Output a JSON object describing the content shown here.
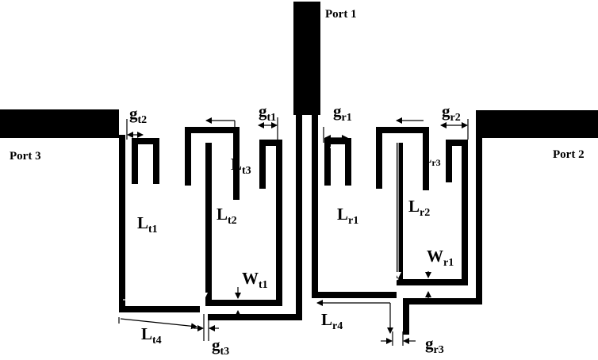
{
  "ports": {
    "port1": "Port 1",
    "port2": "Port 2",
    "port3": "Port 3"
  },
  "labels": {
    "gt2": {
      "main": "g",
      "sub": "t2"
    },
    "gt1": {
      "main": "g",
      "sub": "t1"
    },
    "gr1": {
      "main": "g",
      "sub": "r1"
    },
    "gr2": {
      "main": "g",
      "sub": "r2"
    },
    "Lt3": {
      "main": "L",
      "sub": "t3"
    },
    "Lr3": {
      "main": "L",
      "sub": "r3"
    },
    "Lt1": {
      "main": "L",
      "sub": "t1"
    },
    "Lt2": {
      "main": "L",
      "sub": "t2"
    },
    "Lr1": {
      "main": "L",
      "sub": "r1"
    },
    "Lr2": {
      "main": "L",
      "sub": "r2"
    },
    "Wt1": {
      "main": "W",
      "sub": "t1"
    },
    "Wr1": {
      "main": "W",
      "sub": "r1"
    },
    "Lt4": {
      "main": "L",
      "sub": "t4"
    },
    "Lr4": {
      "main": "L",
      "sub": "r4"
    },
    "gt3": {
      "main": "g",
      "sub": "t3"
    },
    "gr3": {
      "main": "g",
      "sub": "r3"
    }
  },
  "colors": {
    "metal": "#000000",
    "background": "#ffffff",
    "dimension_inside_metal": "#ffffff"
  }
}
